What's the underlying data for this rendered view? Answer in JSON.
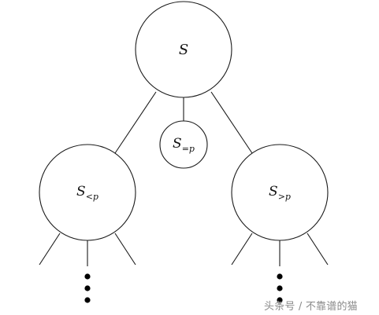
{
  "nodes": {
    "root": {
      "label": "S",
      "sub": ""
    },
    "equal": {
      "label": "S",
      "sub": "=p"
    },
    "less": {
      "label": "S",
      "sub": "<p"
    },
    "greater": {
      "label": "S",
      "sub": ">p"
    }
  },
  "watermark": {
    "text": "头条号 / 不靠谱的猫"
  }
}
